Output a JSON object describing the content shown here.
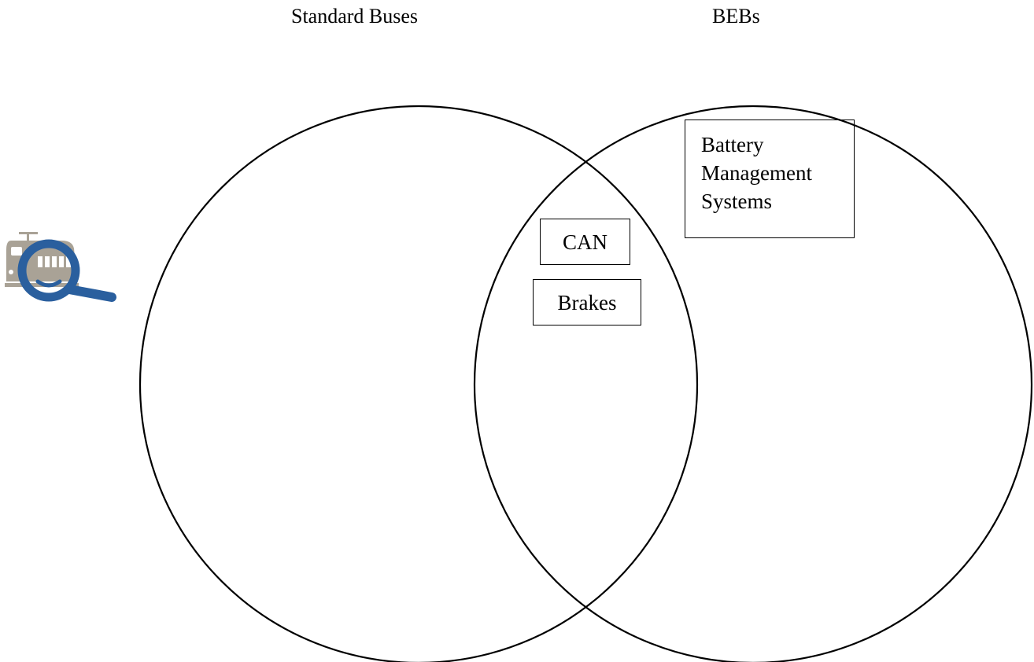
{
  "sets": {
    "left": {
      "label": "Standard Buses"
    },
    "right": {
      "label": "BEBs"
    }
  },
  "regions": {
    "right_only": {
      "items": [
        {
          "lines": [
            "Battery",
            "Management",
            "Systems"
          ]
        }
      ]
    },
    "overlap": {
      "items": [
        {
          "label": "CAN"
        },
        {
          "label": "Brakes"
        }
      ]
    }
  },
  "logo": {
    "icon": "train-magnifier-icon",
    "colors": {
      "ring": "#2a5f9e",
      "train": "#a9a296"
    }
  },
  "colors": {
    "stroke": "#000000",
    "background": "#ffffff"
  }
}
